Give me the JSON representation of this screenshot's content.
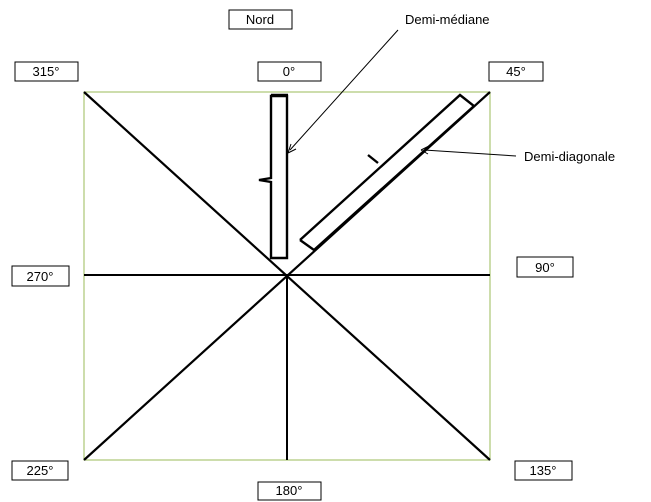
{
  "labels": {
    "north": "Nord",
    "deg_0": "0°",
    "deg_45": "45°",
    "deg_90": "90°",
    "deg_135": "135°",
    "deg_180": "180°",
    "deg_225": "225°",
    "deg_270": "270°",
    "deg_315": "315°"
  },
  "annotations": {
    "half_median": "Demi-médiane",
    "half_diagonal": "Demi-diagonale"
  },
  "colors": {
    "square_border": "#9bbb59",
    "lines": "#000000"
  }
}
